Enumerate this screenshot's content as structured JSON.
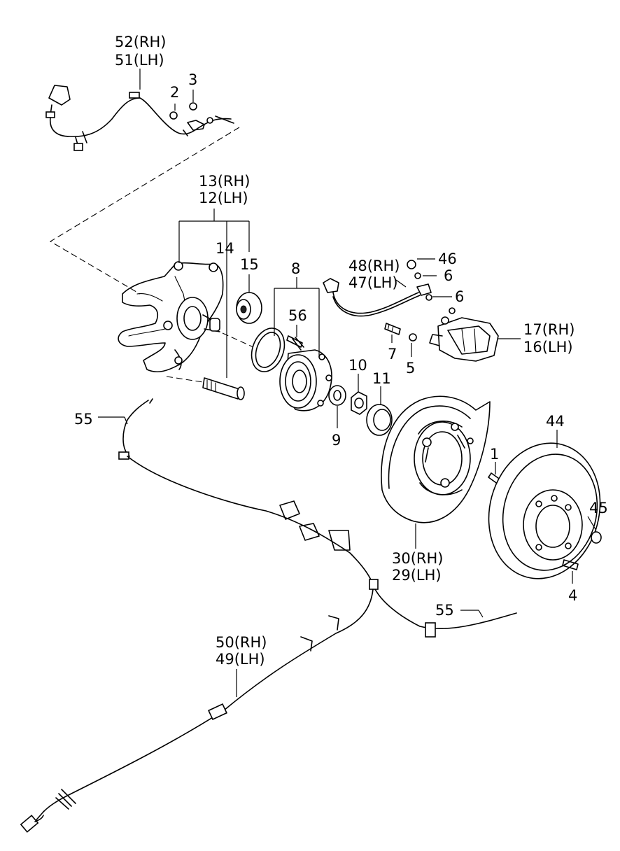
{
  "labels": {
    "p52": "52(RH)",
    "p51": "51(LH)",
    "p2": "2",
    "p3": "3",
    "p13": "13(RH)",
    "p12": "12(LH)",
    "p14": "14",
    "p15": "15",
    "p8": "8",
    "p56": "56",
    "p48": "48(RH)",
    "p47": "47(LH)",
    "p46": "46",
    "p6a": "6",
    "p6b": "6",
    "p7": "7",
    "p5": "5",
    "p17": "17(RH)",
    "p16": "16(LH)",
    "p10": "10",
    "p11": "11",
    "p9": "9",
    "p55a": "55",
    "p55b": "55",
    "p44": "44",
    "p1": "1",
    "p45": "45",
    "p4": "4",
    "p30": "30(RH)",
    "p29": "29(LH)",
    "p50": "50(RH)",
    "p49": "49(LH)"
  }
}
